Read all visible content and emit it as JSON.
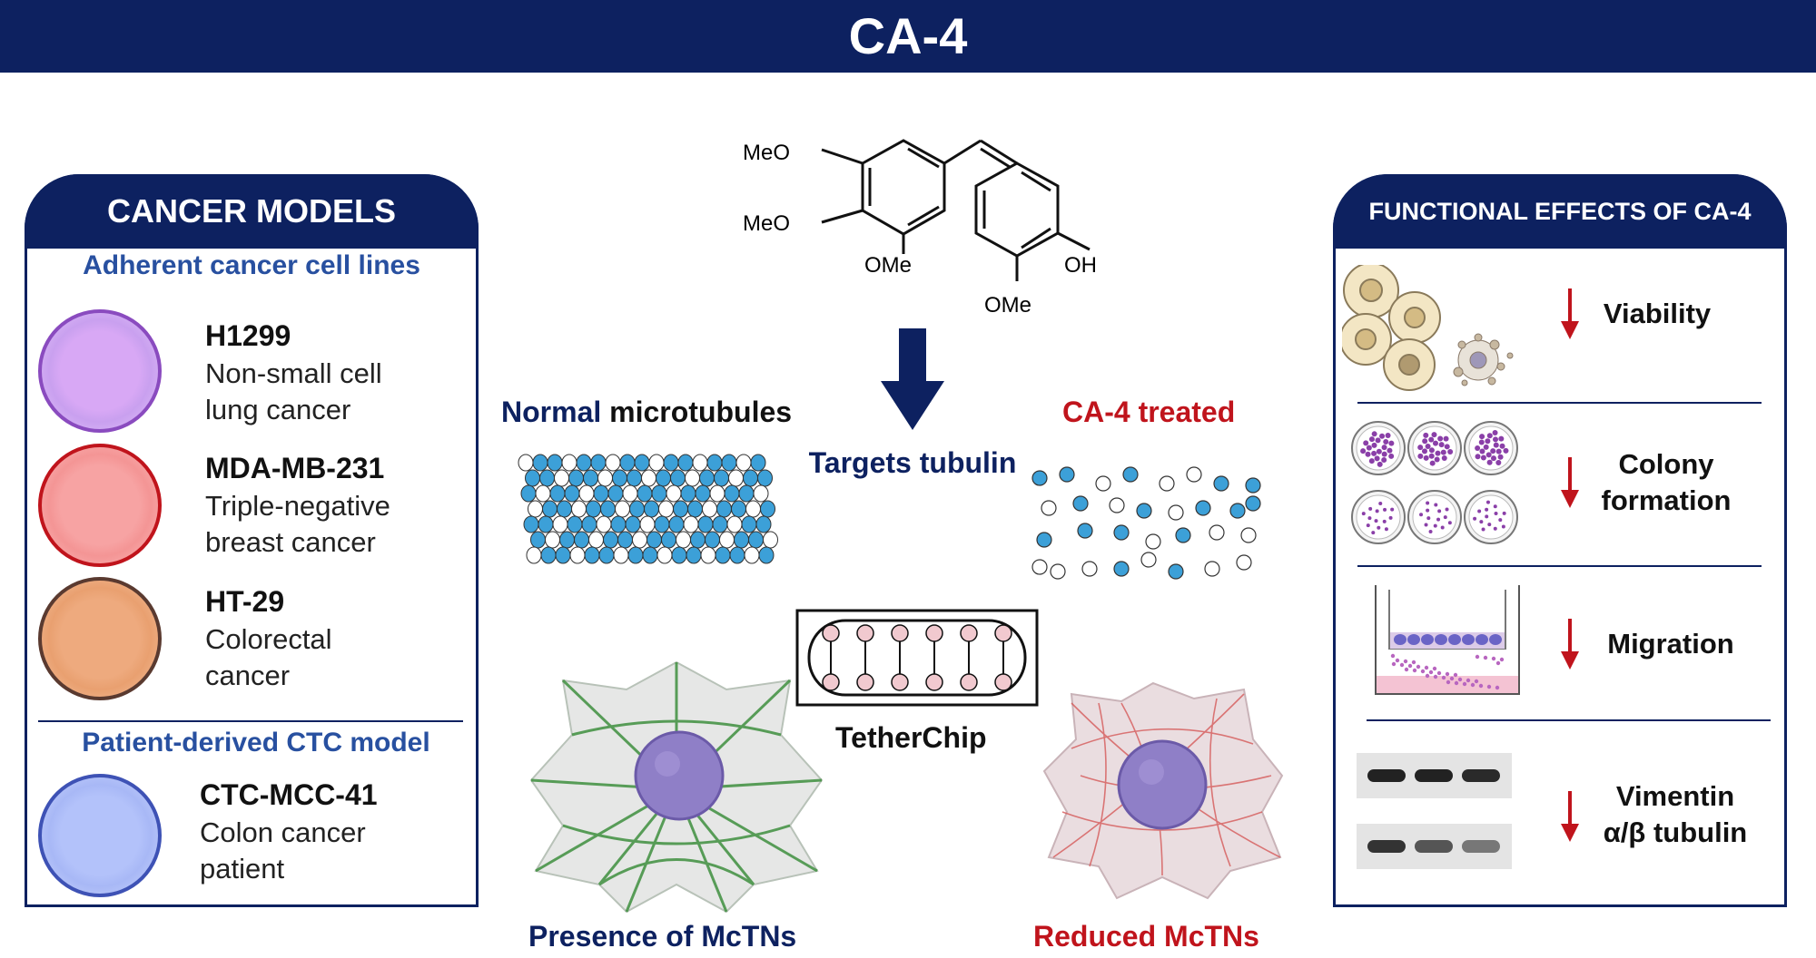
{
  "title": "CA-4",
  "structure": {
    "groups": [
      "MeO",
      "MeO",
      "OMe",
      "OH",
      "OMe"
    ]
  },
  "center": {
    "normal_word": "Normal",
    "normal_rest": " microtubules",
    "treated_label": "CA-4 treated",
    "targets_label": "Targets tubulin",
    "chip_label": "TetherChip",
    "presence_label": "Presence of McTNs",
    "reduced_label": "Reduced McTNs"
  },
  "models": {
    "header": "CANCER MODELS",
    "adherent_label": "Adherent cancer cell lines",
    "ctc_label": "Patient-derived CTC model",
    "cells": [
      {
        "name": "H1299",
        "line1": "Non-small cell",
        "line2": "lung cancer",
        "fill": "#d8a8f5",
        "ring": "#8a4bbf"
      },
      {
        "name": "MDA-MB-231",
        "line1": "Triple-negative",
        "line2": "breast cancer",
        "fill": "#f7a3a3",
        "ring": "#c0141c"
      },
      {
        "name": "HT-29",
        "line1": "Colorectal",
        "line2": "cancer",
        "fill": "#eeaa7e",
        "ring": "#5a3a30"
      },
      {
        "name": "CTC-MCC-41",
        "line1": "Colon cancer",
        "line2": "patient",
        "fill": "#b3c2fa",
        "ring": "#3e52b5"
      }
    ]
  },
  "effects": {
    "header": "FUNCTIONAL EFFECTS OF CA-4",
    "items": [
      {
        "line1": "Viability",
        "line2": ""
      },
      {
        "line1": "Colony",
        "line2": "formation"
      },
      {
        "line1": "Migration",
        "line2": ""
      },
      {
        "line1": "Vimentin",
        "line2": "α/β tubulin"
      }
    ]
  },
  "colors": {
    "navy": "#0d2160",
    "red": "#c0141c",
    "blue_sub": "#2850a0",
    "tubulin": "#3ca0d8"
  }
}
